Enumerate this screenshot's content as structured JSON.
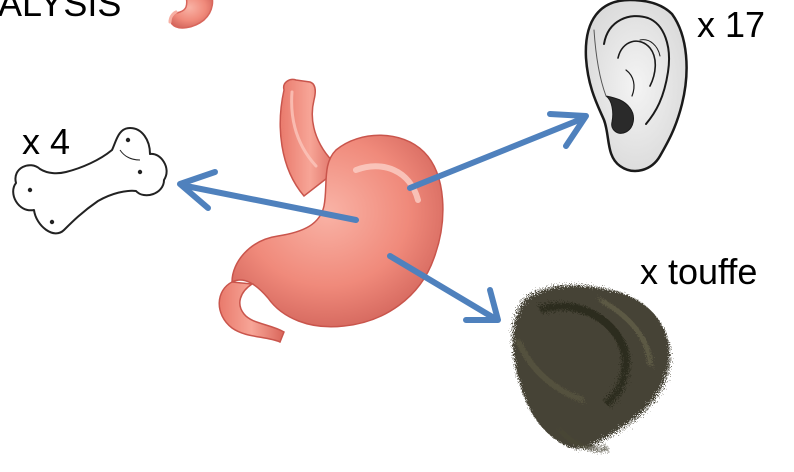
{
  "slide": {
    "title_fragment": "ALYSIS",
    "labels": {
      "bone": "x 4",
      "ear": "x 17",
      "hair": "x touffe"
    }
  },
  "icons": {
    "title": "stomach-icon",
    "center": "stomach-icon",
    "left": "bone-icon",
    "top_right": "ear-icon",
    "bottom_right": "hair-tuft-icon"
  },
  "colors": {
    "arrow": "#4f81bd",
    "stomach": "#f28a7c",
    "stomach_dark": "#c8524a",
    "hair": "#3d3a2a"
  }
}
